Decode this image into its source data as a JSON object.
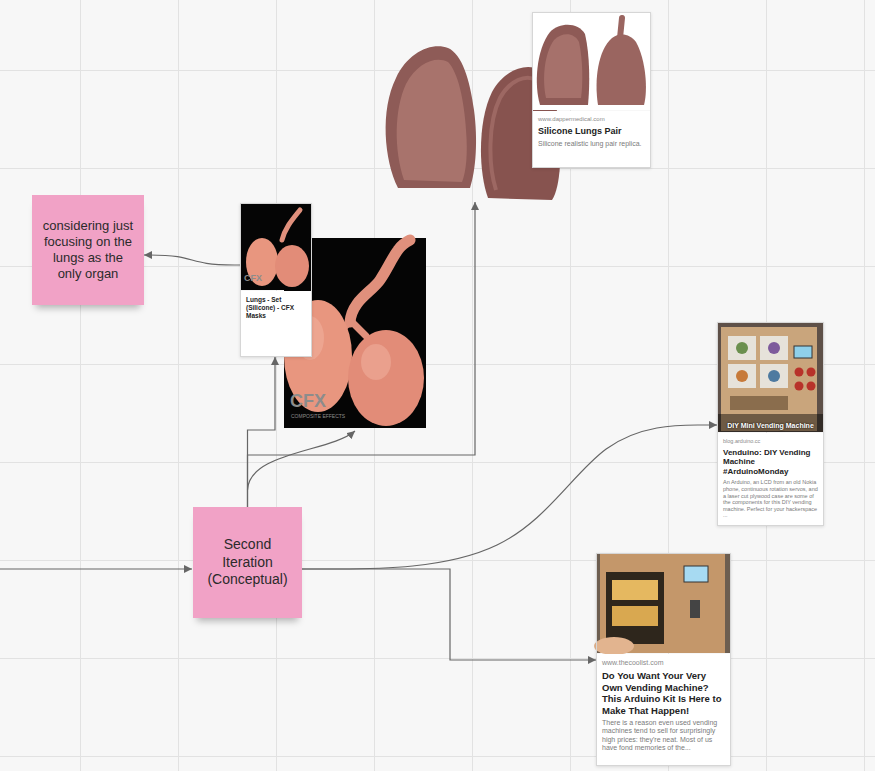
{
  "diagram": {
    "nodes": [
      {
        "text": [
          "www.dappermedical.com",
          "Silicone Lungs Pair",
          "Silicone realistic lung pair replica."
        ]
      },
      {
        "text": [
          "considering just focusing on the lungs as the only organ"
        ]
      },
      {
        "text": [
          "Lungs - Set (Silicone) - CFX Masks"
        ]
      },
      {
        "text": [
          "DIY Mini Vending Machine",
          "blog.arduino.cc",
          "Venduino: DIY Vending Machine #ArduinoMonday",
          "An Arduino, an LCD from an old Nokia phone, continuous rotation servos, and a laser cut plywood case are some of the components for this DIY vending machine. Perfect for your hackerspace ..."
        ]
      },
      {
        "text": [
          "Second Iteration (Conceptual)"
        ]
      },
      {
        "text": [
          "www.thecoolist.com",
          "Do You Want Your Very Own Vending Machine? This Arduino Kit Is Here to Make That Happen!",
          "There is a reason even used vending machines tend to sell for surprisingly high prices: they're neat. Most of us have fond memories of the..."
        ]
      }
    ],
    "edges": [
      {
        "from": 2,
        "to": 1,
        "arrow": "to"
      },
      {
        "from": 4,
        "to": 2,
        "arrow": "to"
      },
      {
        "from": 4,
        "to": 3,
        "arrow": "to"
      },
      {
        "from": 4,
        "to": 5,
        "arrow": "to"
      }
    ],
    "labels": [
      "CFX",
      "COMPOSITE EFFECTS",
      "CFX"
    ]
  }
}
